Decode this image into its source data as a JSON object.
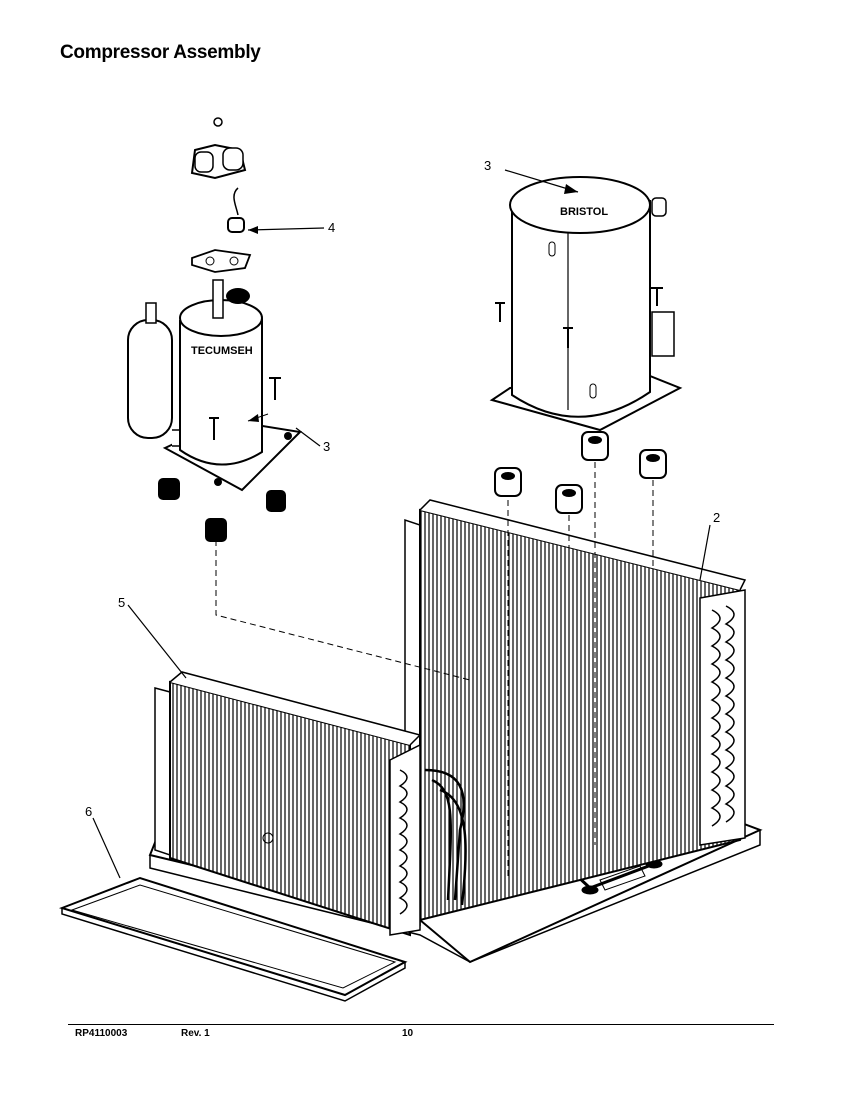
{
  "page": {
    "title": "Compressor Assembly"
  },
  "brands": {
    "tecumseh": "TECUMSEH",
    "bristol": "BRISTOL"
  },
  "callouts": {
    "c2": "2",
    "c3_bristol": "3",
    "c3_tecumseh": "3",
    "c4": "4",
    "c5": "5",
    "c6": "6"
  },
  "footer": {
    "part_number": "RP4110003",
    "revision": "Rev. 1",
    "page_number": "10"
  },
  "icons": {
    "compressor_bristol": "bristol-compressor-icon",
    "compressor_tecumseh": "tecumseh-compressor-icon",
    "condenser_coil": "condenser-coil-icon",
    "evaporator_coil": "evaporator-coil-icon",
    "drain_pan": "drain-pan-icon",
    "base_pan": "base-pan-icon",
    "mount_grommet": "grommet-icon"
  }
}
